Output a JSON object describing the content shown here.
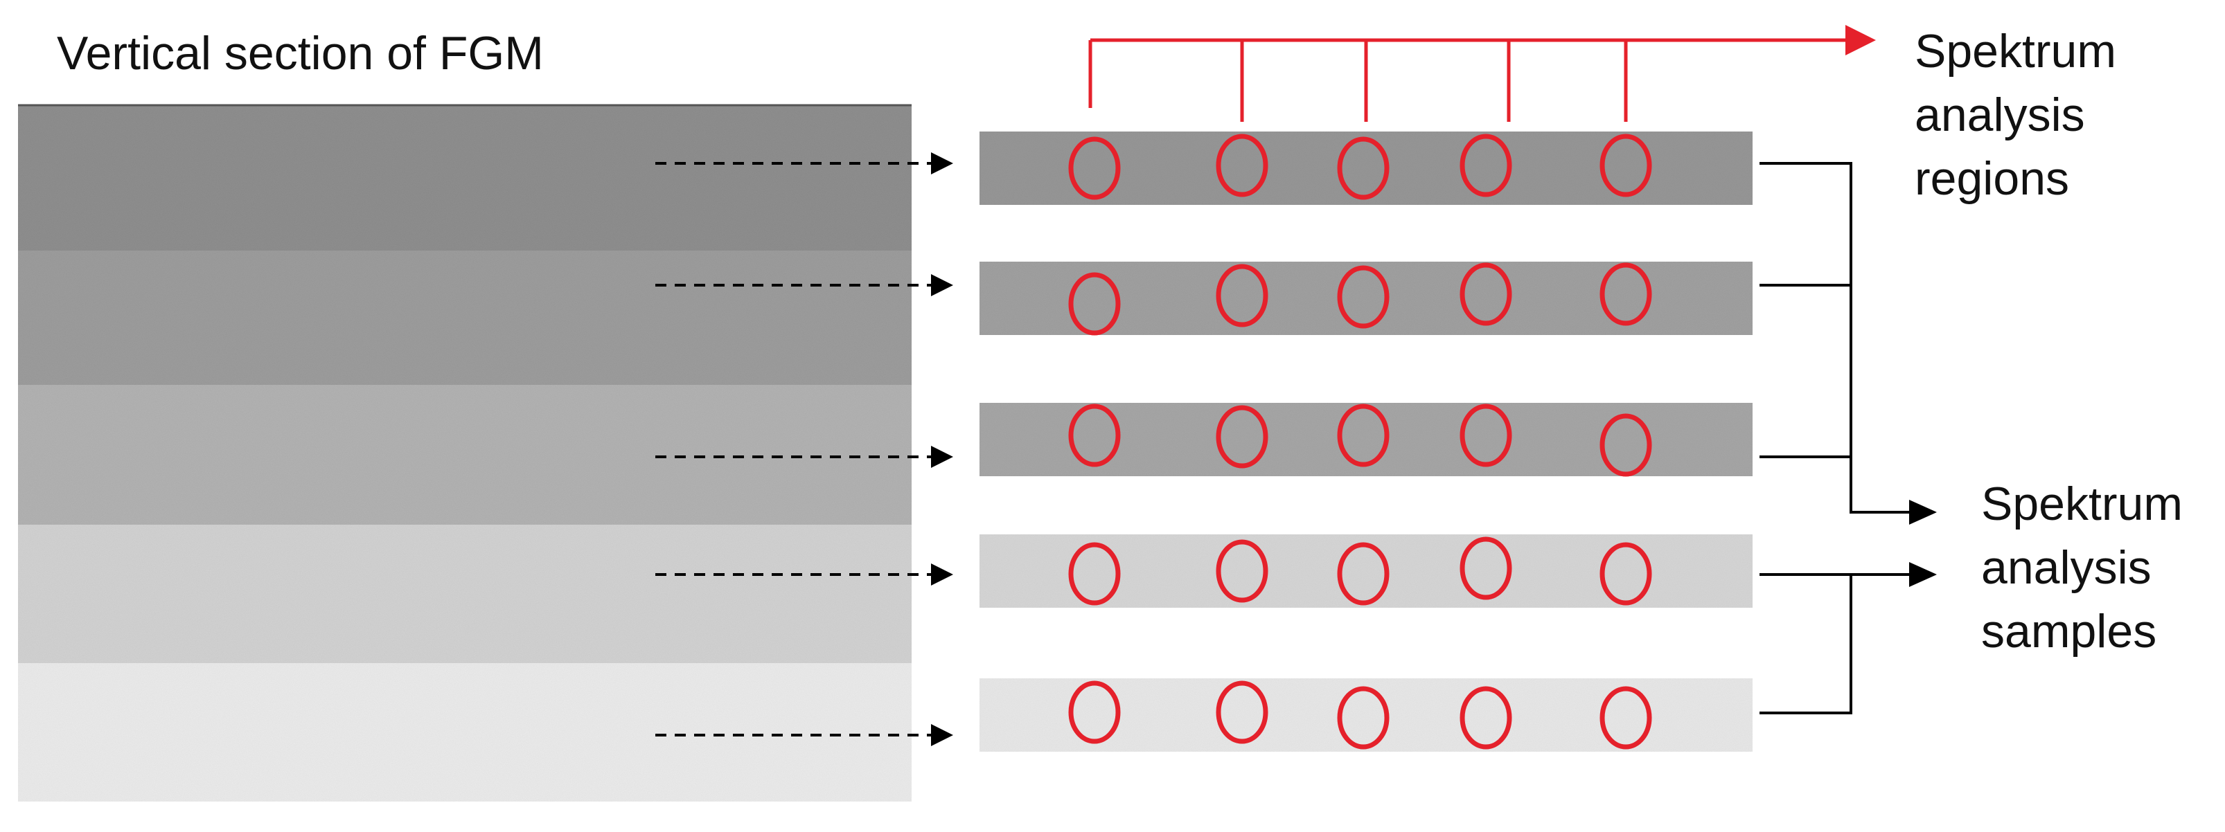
{
  "title": "Vertical section of FGM",
  "regions_label": [
    "Spektrum",
    "analysis",
    "regions"
  ],
  "samples_label": [
    "Spektrum",
    "analysis",
    "samples"
  ],
  "colors": {
    "accent": "#e5212b",
    "connector": "#000000",
    "layers": [
      "#8f8f8f",
      "#9d9d9d",
      "#b3b3b3",
      "#d3d3d3",
      "#ececec"
    ],
    "strips": [
      "#979797",
      "#a1a1a1",
      "#a7a7a7",
      "#d7d7d7",
      "#e9e9e9"
    ]
  },
  "layer_count": 5,
  "regions_per_strip": 5
}
